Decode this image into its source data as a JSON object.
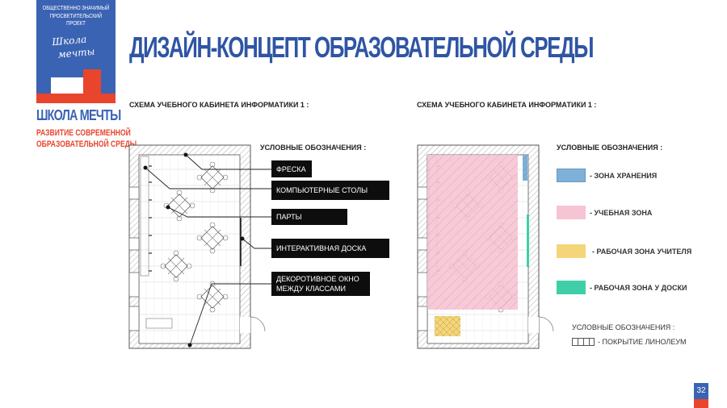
{
  "logo": {
    "top_text": "ОБЩЕСТВЕННО ЗНАЧИМЫЙ ПРОСВЕТИТЕЛЬСКИЙ ПРОЕКТ",
    "script_line1": "Школа",
    "script_line2": "мечты"
  },
  "brand": {
    "name": "ШКОЛА МЕЧТЫ",
    "subtitle_line1": "РАЗВИТИЕ СОВРЕМЕННОЙ",
    "subtitle_line2": "ОБРАЗОВАТЕЛЬНОЙ СРЕДЫ"
  },
  "title": "ДИЗАЙН-КОНЦЕПТ ОБРАЗОВАТЕЛЬНОЙ СРЕДЫ",
  "left": {
    "scheme_title": "СХЕМА УЧЕБНОГО КАБИНЕТА ИНФОРМАТИКИ 1 :",
    "legend_title": "УСЛОВНЫЕ ОБОЗНАЧЕНИЯ :",
    "tags": [
      "ФРЕСКА",
      "КОМПЬЮТЕРНЫЕ СТОЛЫ",
      "ПАРТЫ",
      "ИНТЕРАКТИВНАЯ ДОСКА",
      "ДЕКОРОТИВНОЕ ОКНО",
      "МЕЖДУ КЛАССАМИ"
    ]
  },
  "right": {
    "scheme_title": "СХЕМА УЧЕБНОГО КАБИНЕТА ИНФОРМАТИКИ 1 :",
    "legend_title": "УСЛОВНЫЕ ОБОЗНАЧЕНИЯ :",
    "zones": [
      {
        "label": "- ЗОНА ХРАНЕНИЯ",
        "color": "#7fb0d8"
      },
      {
        "label": "- УЧЕБНАЯ ЗОНА",
        "color": "#f7c4d4"
      },
      {
        "label": "- РАБОЧАЯ ЗОНА УЧИТЕЛЯ",
        "color": "#f5d57a"
      },
      {
        "label": "- РАБОЧАЯ ЗОНА У ДОСКИ",
        "color": "#3fcfa8"
      }
    ],
    "legend2_title": "УСЛОВНЫЕ ОБОЗНАЧЕНИЯ :",
    "floor_label": "- ПОКРЫТИЕ ЛИНОЛЕУМ"
  },
  "page_number": "32"
}
